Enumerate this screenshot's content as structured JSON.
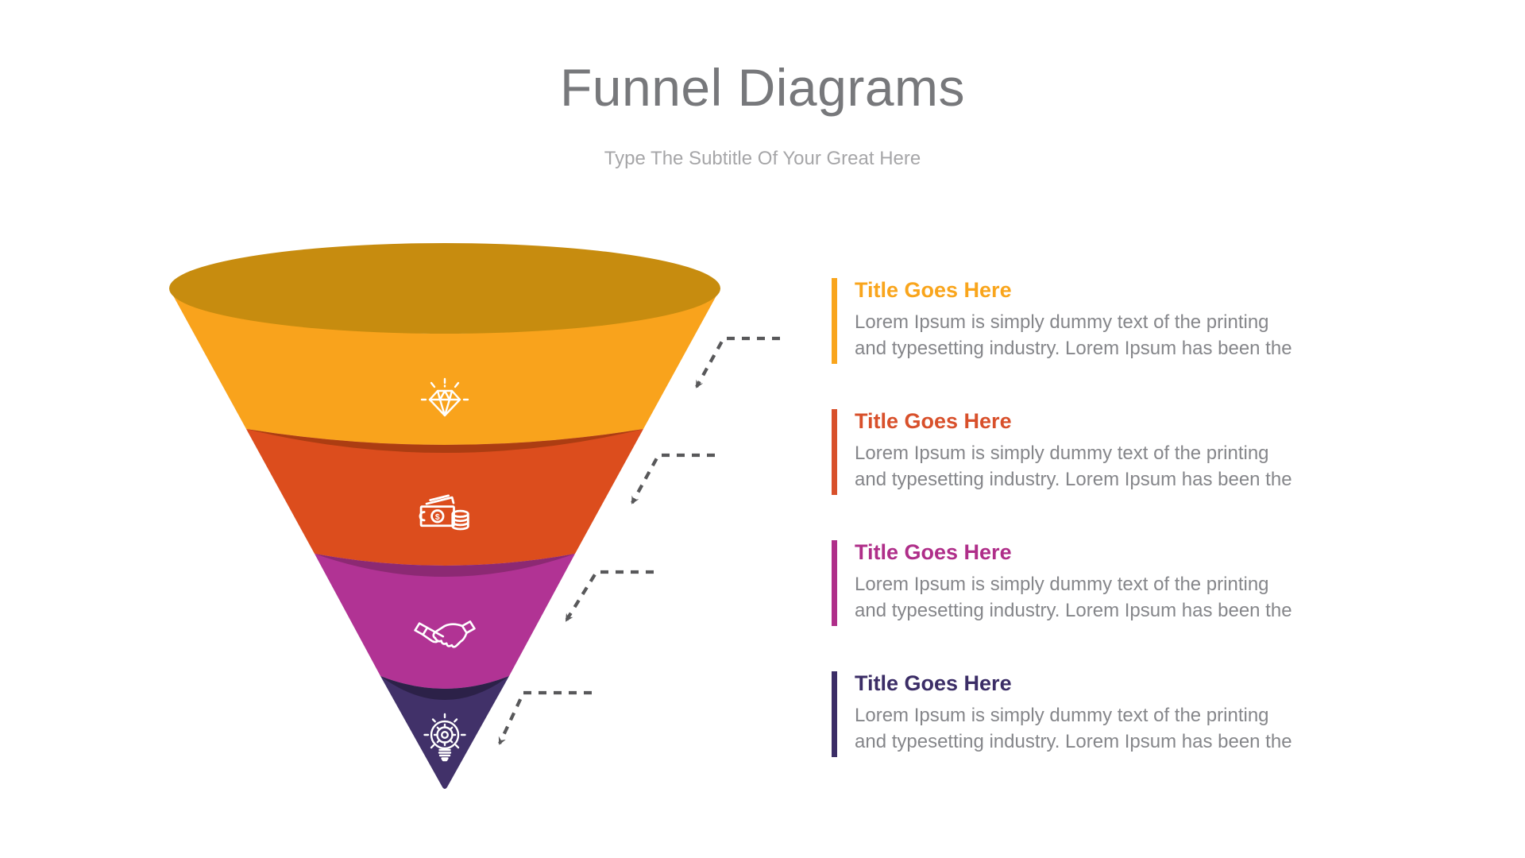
{
  "header": {
    "title": "Funnel Diagrams",
    "subtitle": "Type The Subtitle Of Your Great Here"
  },
  "colors": {
    "title_text": "#77787B",
    "subtitle_text": "#A6A6A8",
    "body_text": "#85868A",
    "connector": "#58585A",
    "background": "#FFFFFF"
  },
  "funnel": {
    "levels": [
      {
        "label": "level-1",
        "icon": "diamond-icon",
        "color": "#F9A31C",
        "top_color": "#C78C0F"
      },
      {
        "label": "level-2",
        "icon": "money-icon",
        "color": "#DC4D1D",
        "shade_color": "#AC3D12"
      },
      {
        "label": "level-3",
        "icon": "handshake-icon",
        "color": "#B13394",
        "shade_color": "#8C2973"
      },
      {
        "label": "level-4",
        "icon": "idea-bulb-gear-icon",
        "color": "#413169",
        "shade_color": "#2C2148"
      }
    ]
  },
  "sections": [
    {
      "title": "Title Goes Here",
      "accent": "#F9A51C",
      "body_line1": "Lorem Ipsum is simply dummy text of the printing",
      "body_line2": "and typesetting industry. Lorem Ipsum has been the"
    },
    {
      "title": "Title Goes Here",
      "accent": "#D8502B",
      "body_line1": "Lorem Ipsum is simply dummy text of the printing",
      "body_line2": "and typesetting industry. Lorem Ipsum has been the"
    },
    {
      "title": "Title Goes Here",
      "accent": "#AF2E89",
      "body_line1": "Lorem Ipsum is simply dummy text of the printing",
      "body_line2": "and typesetting industry. Lorem Ipsum has been the"
    },
    {
      "title": "Title Goes Here",
      "accent": "#3B2D66",
      "body_line1": "Lorem Ipsum is simply dummy text of the printing",
      "body_line2": "and typesetting industry. Lorem Ipsum has been the"
    }
  ]
}
